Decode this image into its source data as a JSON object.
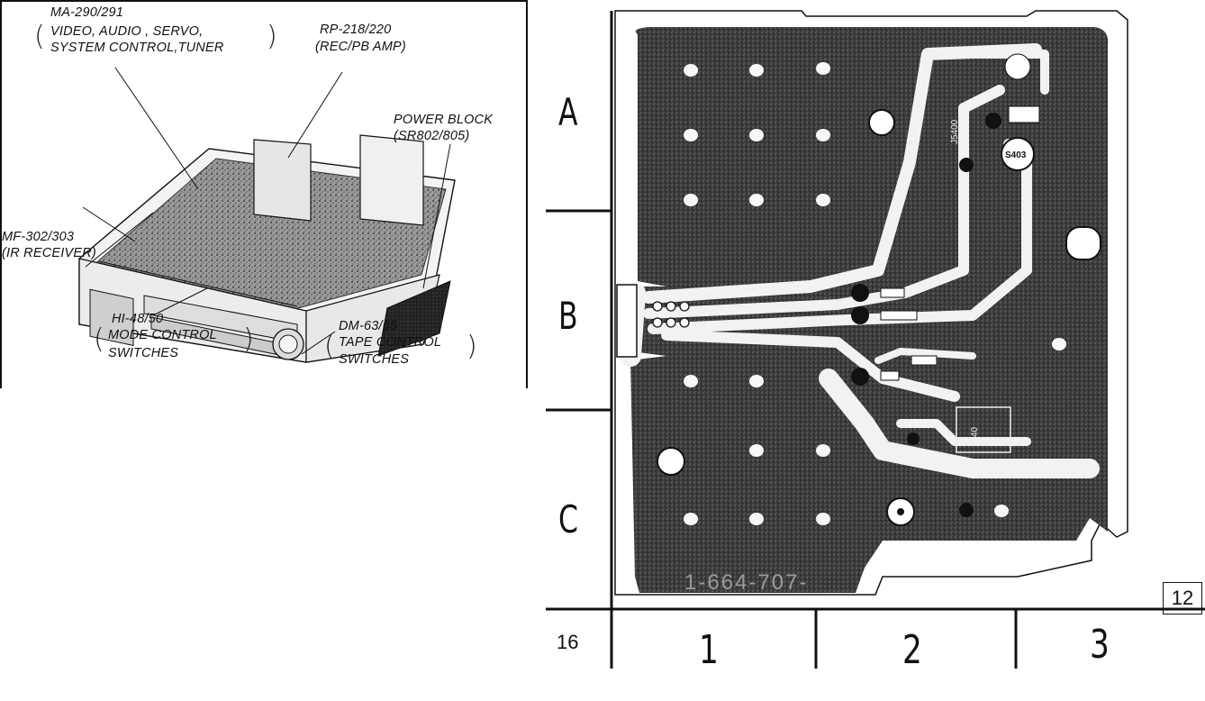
{
  "inset_labels": {
    "ma_code": "MA-290/291",
    "ma_desc_1": "VIDEO, AUDIO , SERVO,",
    "ma_desc_2": "SYSTEM CONTROL,TUNER",
    "rp_code": "RP-218/220",
    "rp_desc": "(REC/PB AMP)",
    "power_code": "POWER BLOCK",
    "power_desc": "(SR802/805)",
    "mf_code": "MF-302/303",
    "mf_desc": "(IR RECEIVER)",
    "hi_code": "HI-48/50",
    "hi_desc_1": "MODE CONTROL",
    "hi_desc_2": "SWITCHES",
    "dm_code": "DM-63/65",
    "dm_desc_1": "TAPE CONTROL",
    "dm_desc_2": "SWITCHES"
  },
  "grid": {
    "rows": [
      "A",
      "B",
      "C"
    ],
    "columns": [
      "1",
      "2",
      "3"
    ],
    "corner_page": "16",
    "side_page": "12"
  },
  "board": {
    "part_number": "1-664-707-",
    "ref_j": "J5400",
    "ref_s": "S403",
    "ref_ic": "IC40"
  },
  "colors": {
    "ink": "#111111",
    "copper": "#2a2a2a",
    "trace": "#f4f4f4"
  }
}
